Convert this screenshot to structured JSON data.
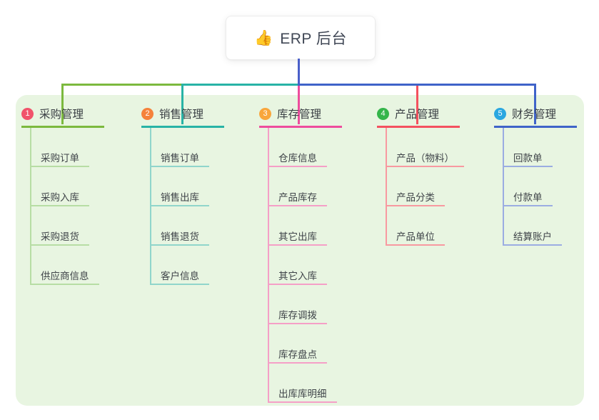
{
  "root": {
    "icon": "thumbs-up-icon",
    "icon_char": "👍",
    "label": "ERP 后台"
  },
  "colors": {
    "panel": "#e8f5e1",
    "trunk": "#4a5fc9"
  },
  "branches": [
    {
      "badge": "1",
      "label": "采购管理",
      "badge_color": "#f1536b",
      "line_color": "#7cb93e",
      "child_line_color": "#b7dda4",
      "children": [
        "采购订单",
        "采购入库",
        "采购退货",
        "供应商信息"
      ]
    },
    {
      "badge": "2",
      "label": "销售管理",
      "badge_color": "#f5823b",
      "line_color": "#28b3a6",
      "child_line_color": "#90d5cb",
      "children": [
        "销售订单",
        "销售出库",
        "销售退货",
        "客户信息"
      ]
    },
    {
      "badge": "3",
      "label": "库存管理",
      "badge_color": "#f9a63c",
      "line_color": "#ee4d9d",
      "child_line_color": "#f59fc7",
      "children": [
        "仓库信息",
        "产品库存",
        "其它出库",
        "其它入库",
        "库存调拨",
        "库存盘点",
        "出库库明细"
      ]
    },
    {
      "badge": "4",
      "label": "产品管理",
      "badge_color": "#35b54b",
      "line_color": "#f4515f",
      "child_line_color": "#f899a0",
      "children": [
        "产品（物料）",
        "产品分类",
        "产品单位"
      ]
    },
    {
      "badge": "5",
      "label": "财务管理",
      "badge_color": "#2aa7e0",
      "line_color": "#3f63c9",
      "child_line_color": "#9bade2",
      "children": [
        "回款单",
        "付款单",
        "结算账户"
      ]
    }
  ]
}
